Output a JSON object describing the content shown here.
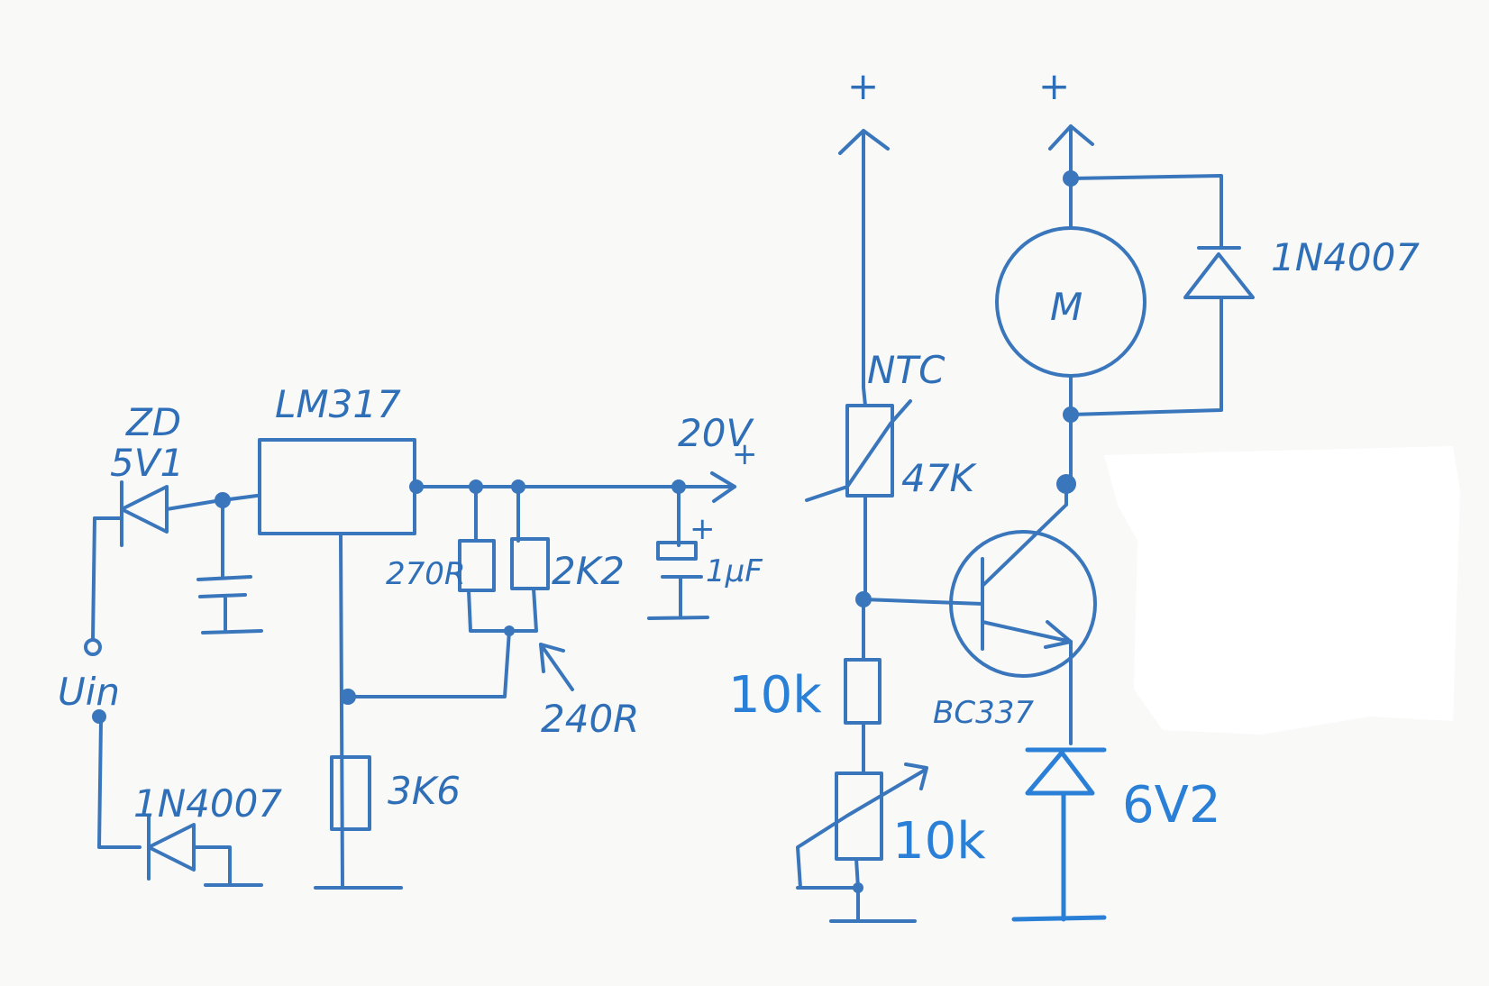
{
  "left_circuit": {
    "zener_label_line1": "ZD",
    "zener_label_line2": "5V1",
    "regulator_label": "LM317",
    "input_label": "Uin",
    "input_diode_label": "1N4007",
    "resistor_3k6": "3K6",
    "resistor_270r": "270R",
    "resistor_2k2": "2K2",
    "resistor_240r": "240R",
    "output_voltage": "20V",
    "output_plus": "+",
    "capacitor_plus": "+",
    "capacitor_label": "1µF"
  },
  "right_circuit": {
    "supply_plus_1": "+",
    "supply_plus_2": "+",
    "ntc_label": "NTC",
    "ntc_value": "47K",
    "motor_label": "M",
    "flyback_diode_label": "1N4007",
    "transistor_label": "BC337",
    "resistor_10k": "10k",
    "trimmer_10k": "10k",
    "zener_6v2": "6V2"
  },
  "colors": {
    "ink": "#3a76bb",
    "ink_bright": "#2a7fd6",
    "paper": "#f9f9f8"
  }
}
